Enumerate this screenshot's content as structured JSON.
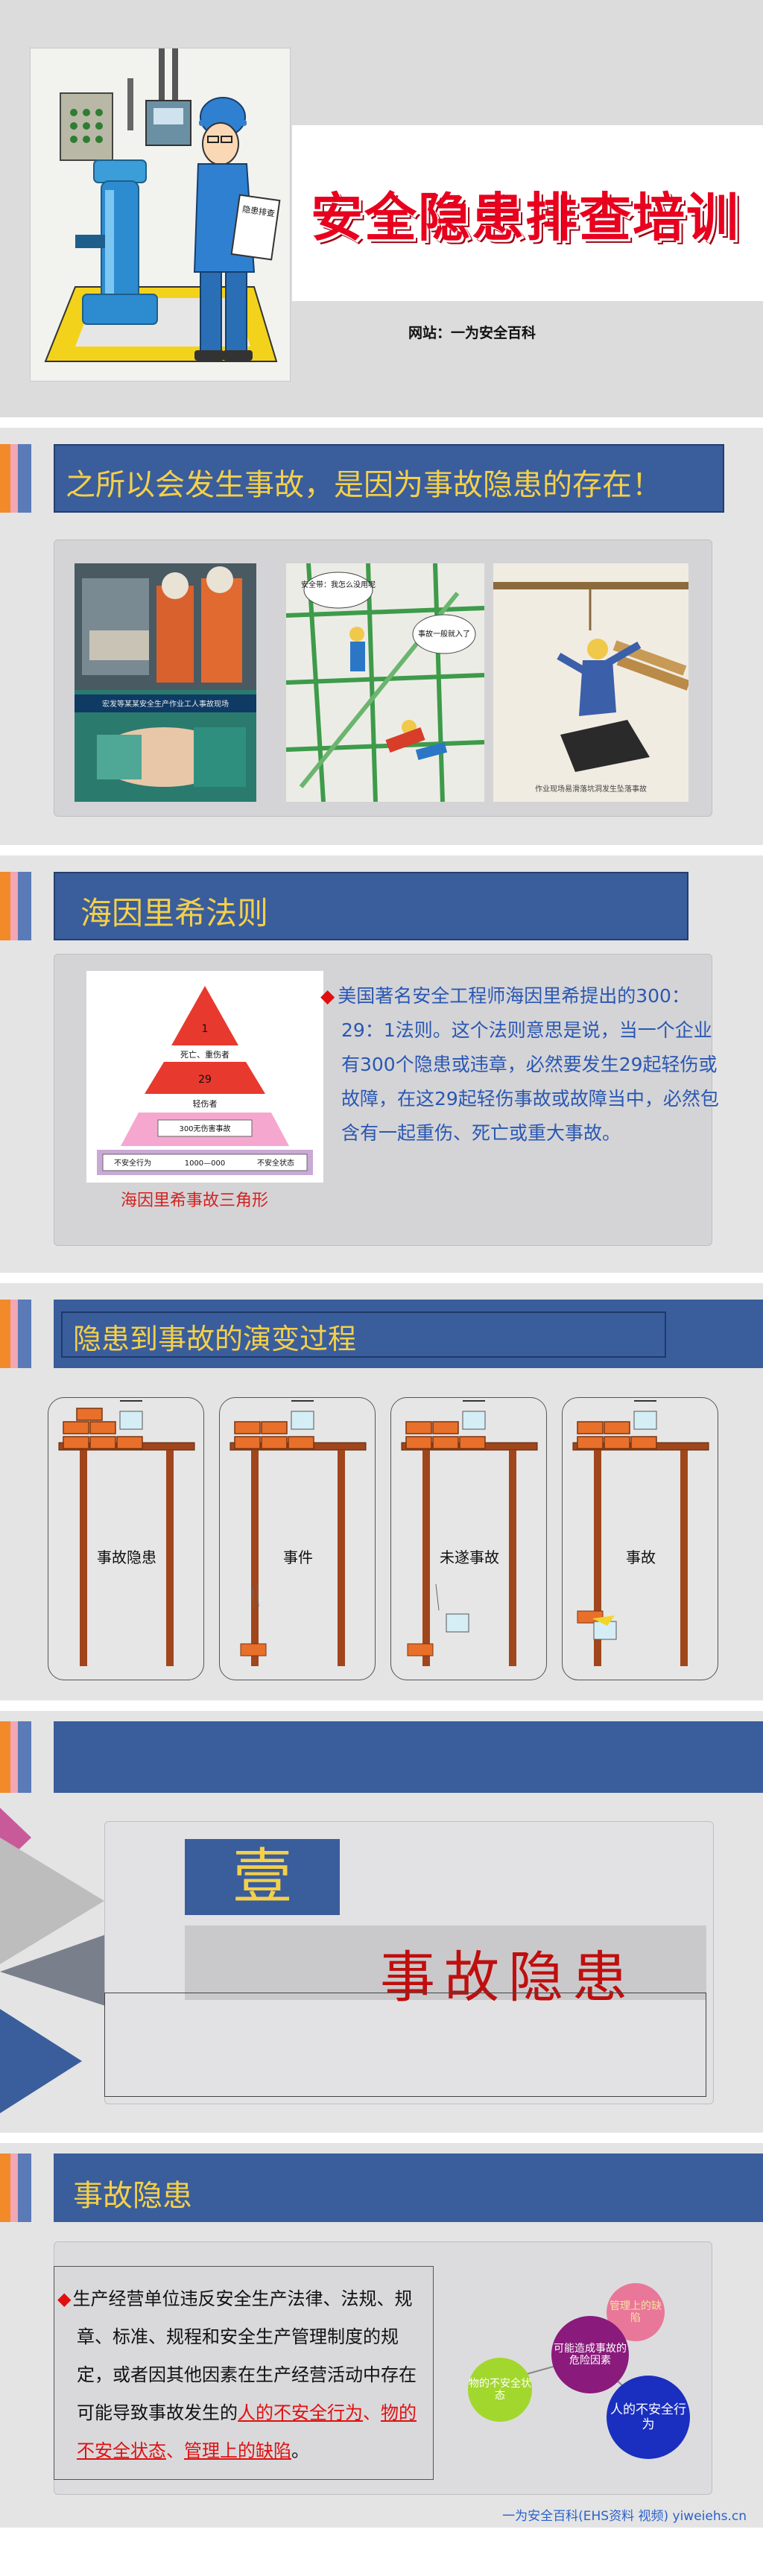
{
  "cover": {
    "title": "安全隐患排查培训",
    "website": "网站：一为安全百科",
    "illustration": {
      "sign_text": "隐患排查"
    }
  },
  "slide2": {
    "header": "之所以会发生事故，是因为事故隐患的存在！",
    "photos": {
      "caption_left": "宏发等某某安全生产作业工人事故现场",
      "bubble1": "安全带：我怎么没用呢",
      "bubble2": "事故一般就入了",
      "caption_right": "作业现场易滑落坑洞发生坠落事故"
    }
  },
  "slide3": {
    "header": "海因里希法则",
    "pyramid": {
      "top_number": "1",
      "level1_label": "死亡、重伤者",
      "level2_number": "29",
      "level2_label": "轻伤者",
      "level3_label": "300无伤害事故",
      "level4_left": "不安全行为",
      "level4_mid": "1000—000",
      "level4_right": "不安全状态"
    },
    "caption": "海因里希事故三角形",
    "text": "美国著名安全工程师海因里希提出的300：29：1法则。这个法则意思是说，当一个企业有300个隐患或违章，必然要发生29起轻伤或故障，在这29起轻伤事故或故障当中，必然包含有一起重伤、死亡或重大事故。"
  },
  "slide4": {
    "header": "隐患到事故的演变过程",
    "stages": [
      "事故隐患",
      "事件",
      "未遂事故",
      "事故"
    ]
  },
  "slide5": {
    "number": "壹",
    "title": "事故隐患"
  },
  "slide6": {
    "header": "事故隐患",
    "text_plain": "生产经营单位违反安全生产法律、法规、规章、标准、规程和安全生产管理制度的规定，或者因其他因素在生产经营活动中存在可能导致事故发生的",
    "text_red1": "人的不安全行为",
    "sep1": "、",
    "text_red2": "物的不安全状态",
    "sep2": "、",
    "text_red3": "管理上的缺陷",
    "end": "。",
    "bubbles": {
      "b1": "管理上的缺陷",
      "b2": "物的不安全状态",
      "b3": "可能造成事故的危险因素",
      "b4": "人的不安全行为"
    },
    "footer": "一为安全百科(EHS资料 视频) yiweiehs.cn"
  }
}
